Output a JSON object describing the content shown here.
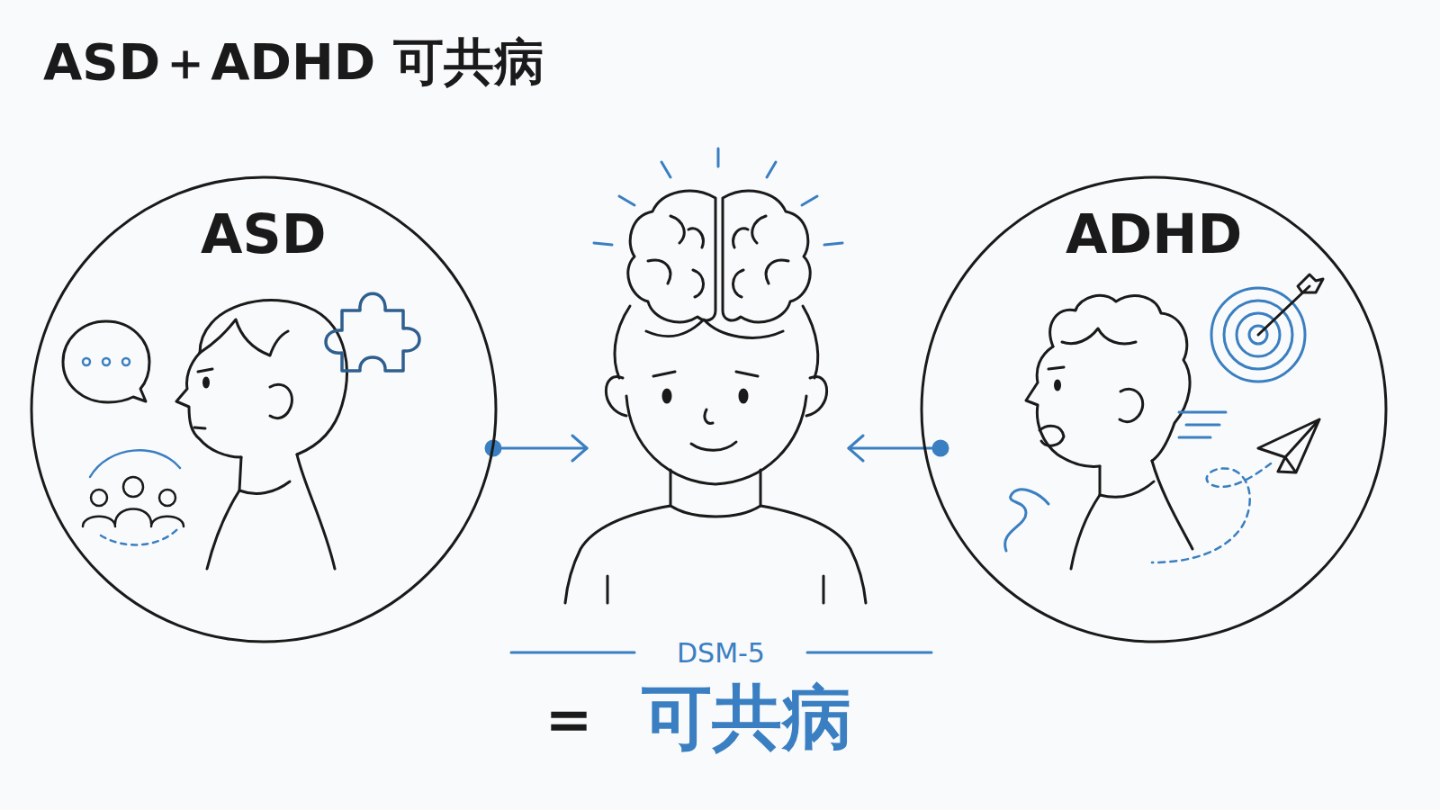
{
  "diagram": {
    "title": "ASD＋ADHD 可共病",
    "nodes": [
      {
        "text": [
          "ASD"
        ]
      },
      {
        "text": [
          "ADHD"
        ]
      }
    ],
    "labels": [
      "DSM-5",
      "＝",
      "可共病"
    ]
  }
}
